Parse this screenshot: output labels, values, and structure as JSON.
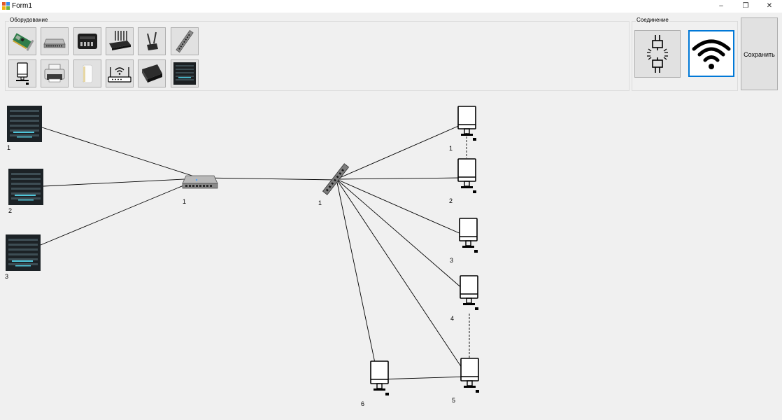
{
  "window": {
    "title": "Form1",
    "minimize": "–",
    "restore": "❐",
    "close": "✕"
  },
  "equipment": {
    "label": "Оборудование",
    "items": [
      "network-card",
      "switch",
      "router",
      "blade-server",
      "access-point",
      "patch-panel",
      "workstation",
      "printer",
      "repeater",
      "wifi-router",
      "scanner",
      "server-rack"
    ]
  },
  "connection": {
    "label": "Соединение",
    "wired_icon": "cable-plug-icon",
    "wireless_icon": "wifi-icon",
    "selected": "wireless"
  },
  "save_label": "Сохранить",
  "diagram": {
    "servers": [
      "1",
      "2",
      "3"
    ],
    "switch": "1",
    "hub": "1",
    "computers": [
      "1",
      "2",
      "3",
      "4",
      "5",
      "6"
    ]
  }
}
